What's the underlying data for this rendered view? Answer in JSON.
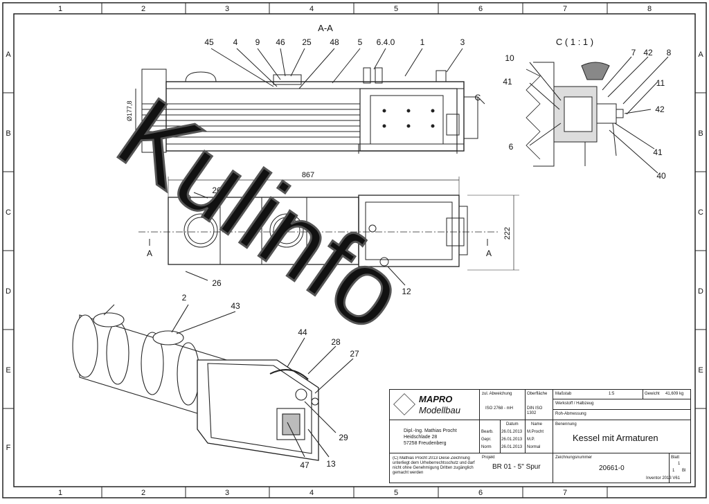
{
  "grid": {
    "columns": [
      "1",
      "2",
      "3",
      "4",
      "5",
      "6",
      "7",
      "8"
    ],
    "rows": [
      "A",
      "B",
      "C",
      "D",
      "E",
      "F"
    ]
  },
  "views": {
    "section_title": "A-A",
    "detail_title": "C ( 1 : 1 )",
    "section_marker": "A",
    "detail_marker": "C",
    "dim_length": "867",
    "dim_height": "222",
    "dim_diameter": "Ø177,8"
  },
  "balloons": {
    "b45": "45",
    "b4": "4",
    "b9": "9",
    "b46": "46",
    "b25": "25",
    "b48": "48",
    "b5": "5",
    "b640": "6.4.0",
    "b1": "1",
    "b3": "3",
    "b10": "10",
    "b41a": "41",
    "b7": "7",
    "b42a": "42",
    "b8": "8",
    "b11": "11",
    "b42b": "42",
    "b6": "6",
    "b41b": "41",
    "b40": "40",
    "b26a": "26",
    "b26b": "26",
    "b12": "12",
    "b2": "2",
    "b43": "43",
    "b44": "44",
    "b28": "28",
    "b27": "27",
    "b29": "29",
    "b47": "47",
    "b13": "13"
  },
  "watermark": "Kulinfo",
  "title_block": {
    "logo_line1": "MAPRO",
    "logo_line2": "Modellbau",
    "address1": "Dipl.-Ing. Mathias Procht",
    "address2": "Heidschlade 28",
    "address3": "57258 Freudenberg",
    "copyright": "(C) Mathias Procht 2013 Diese Zeichnung unterliegt dem Urheberrechtsschutz und darf nicht ohne Genehmigung Dritten zugänglich gemacht werden",
    "h_tolerance": "zul. Abweichung",
    "v_tolerance": "ISO 2768 - mH",
    "h_surface": "Oberfläche",
    "v_surface": "DIN ISO 1302",
    "h_scale": "Maßstab",
    "v_scale": "1:5",
    "h_weight": "Gewicht",
    "v_weight": "41,609 kg",
    "material_label": "Werkstoff / Halbzeug",
    "material_value": "Roh-Abmessung",
    "designation_label": "Benennung",
    "designation_value": "Kessel mit Armaturen",
    "col_date": "Datum",
    "col_name": "Name",
    "r_bearb": "Bearb.",
    "r_gepr": "Gepr.",
    "r_norm": "Norm",
    "d_bearb": "26.01.2013",
    "d_gepr": "26.01.2013",
    "d_norm": "26.01.2013",
    "n_bearb": "M.Procht",
    "n_gepr": "M.P.",
    "n_norm": "Normal",
    "project_label": "Projekt",
    "project_value": "BR 01 - 5\" Spur",
    "drawing_no_label": "Zeichnungsnummer",
    "drawing_no": "20661-0",
    "sheet_label": "Blatt",
    "sheet_no": "1",
    "sheet_of": "1",
    "sheet_unit": "Bl",
    "software": "Inventor 2013 V61"
  }
}
